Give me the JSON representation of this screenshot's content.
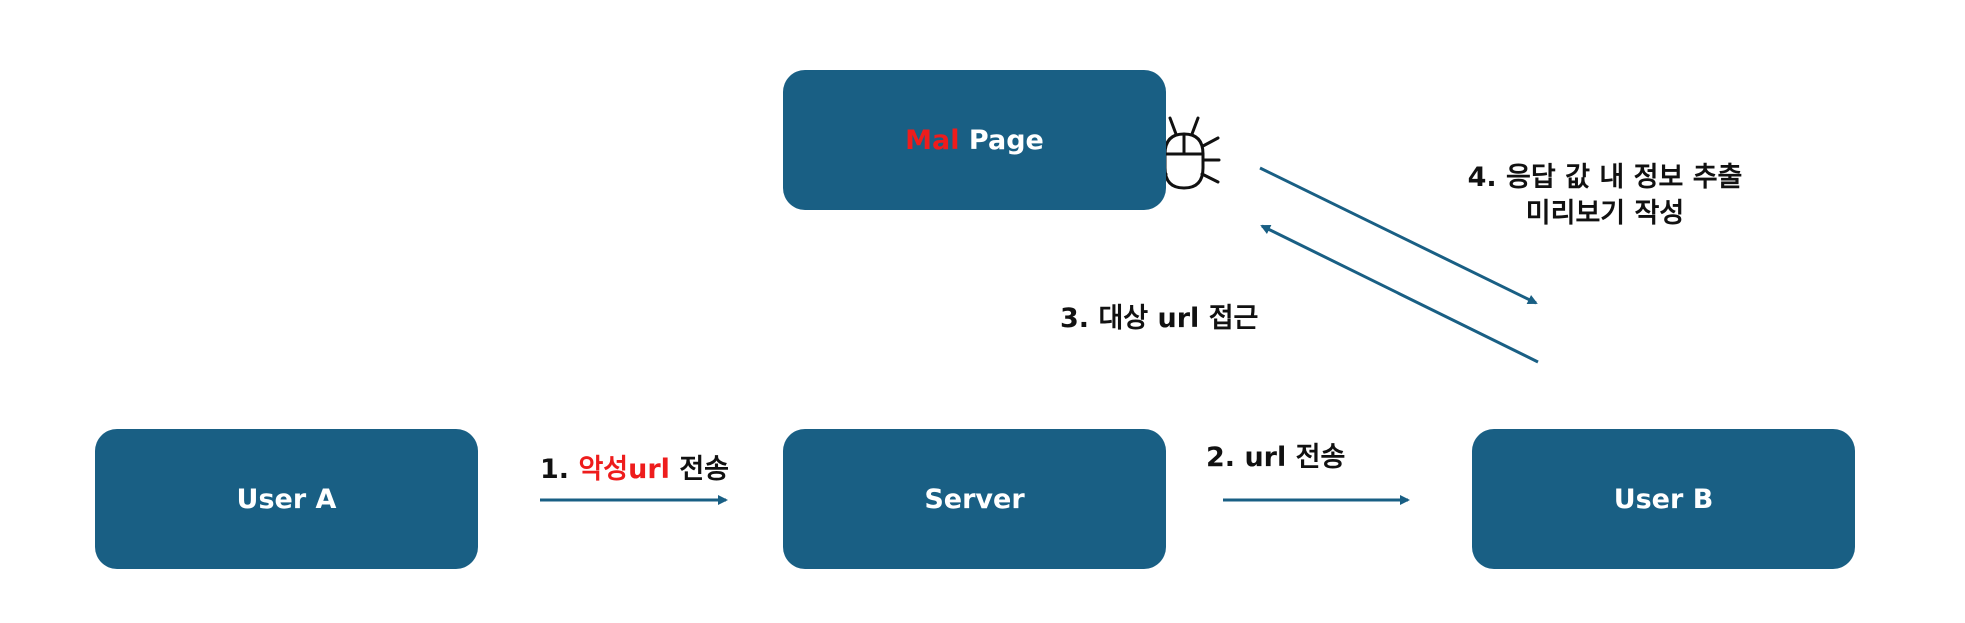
{
  "colors": {
    "node": "#195f84",
    "arrow": "#195f84",
    "danger": "#ee1c1c",
    "text": "#111111"
  },
  "nodes": {
    "mal_page": {
      "part1": "Mal",
      "part2": "Page",
      "icon": "bug-icon"
    },
    "user_a": "User A",
    "server": "Server",
    "user_b": "User B"
  },
  "steps": {
    "step1": {
      "prefix": "1. ",
      "highlight": "악성url",
      "suffix": " 전송"
    },
    "step2": "2. url 전송",
    "step3": "3. 대상 url 접근",
    "step4": {
      "line1": "4. 응답 값 내 정보 추출",
      "line2": "미리보기 작성"
    }
  }
}
